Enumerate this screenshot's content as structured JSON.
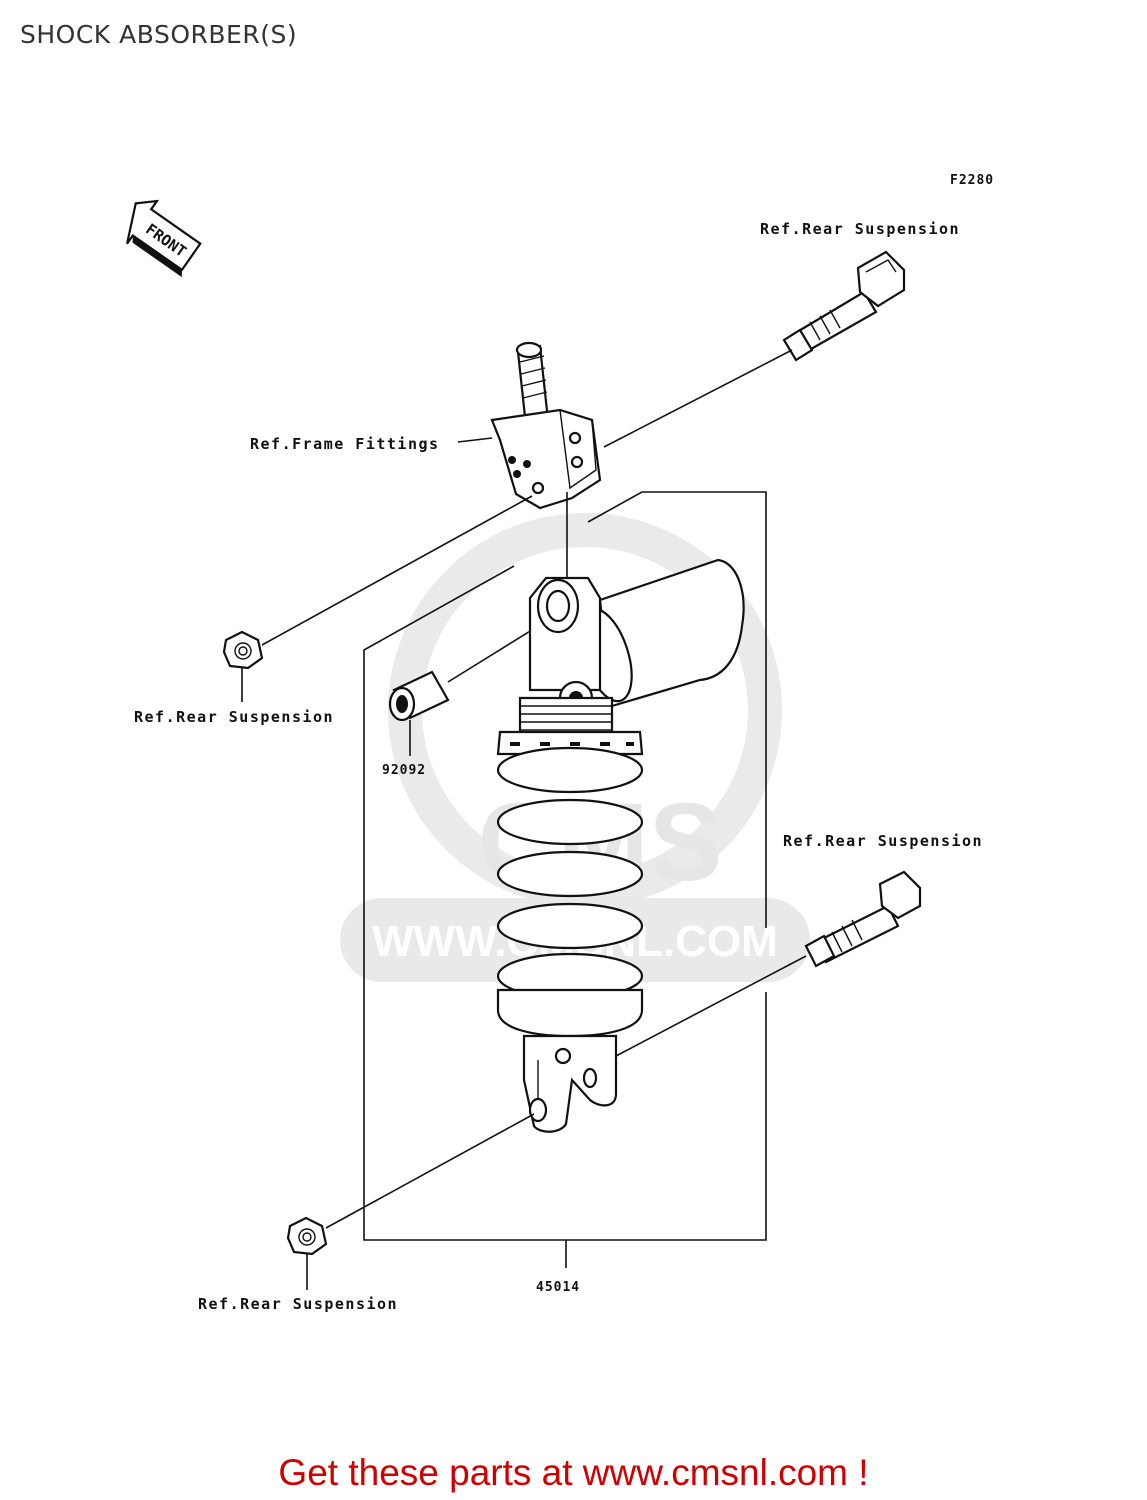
{
  "title": "SHOCK ABSORBER(S)",
  "figure_code": "F2280",
  "front_label": "FRONT",
  "labels": {
    "bolt_top": "Ref.Rear Suspension",
    "frame_fittings": "Ref.Frame Fittings",
    "nut_upper": "Ref.Rear Suspension",
    "bushing_part": "92092",
    "bolt_lower": "Ref.Rear Suspension",
    "shock_part": "45014",
    "nut_lower": "Ref.Rear Suspension"
  },
  "watermark": "WWW.CMSNL.COM",
  "watermark_logo": "CMS",
  "footer": "Get these parts at www.cmsnl.com !",
  "colors": {
    "footer": "#cc0000",
    "line": "#111111",
    "watermark": "#e9e9e9"
  }
}
